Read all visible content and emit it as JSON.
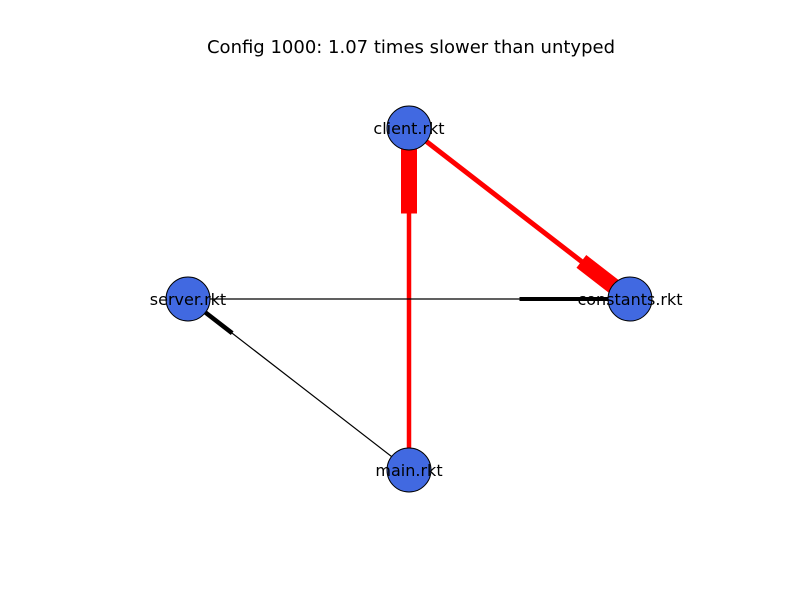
{
  "title": "Config 1000: 1.07 times slower than untyped",
  "colors": {
    "node_fill": "#4169e1",
    "node_stroke": "#000000",
    "typed_boundary": "#ff0000",
    "untyped_boundary": "#000000"
  },
  "nodes": [
    {
      "id": "client",
      "label": "client.rkt"
    },
    {
      "id": "constants",
      "label": "constants.rkt"
    },
    {
      "id": "server",
      "label": "server.rkt"
    },
    {
      "id": "main",
      "label": "main.rkt"
    }
  ],
  "edges": [
    {
      "from": "client",
      "to": "main",
      "color": "#ff0000"
    },
    {
      "from": "client",
      "to": "constants",
      "color": "#ff0000"
    },
    {
      "from": "server",
      "to": "constants",
      "color": "#000000"
    },
    {
      "from": "main",
      "to": "server",
      "color": "#000000"
    }
  ]
}
